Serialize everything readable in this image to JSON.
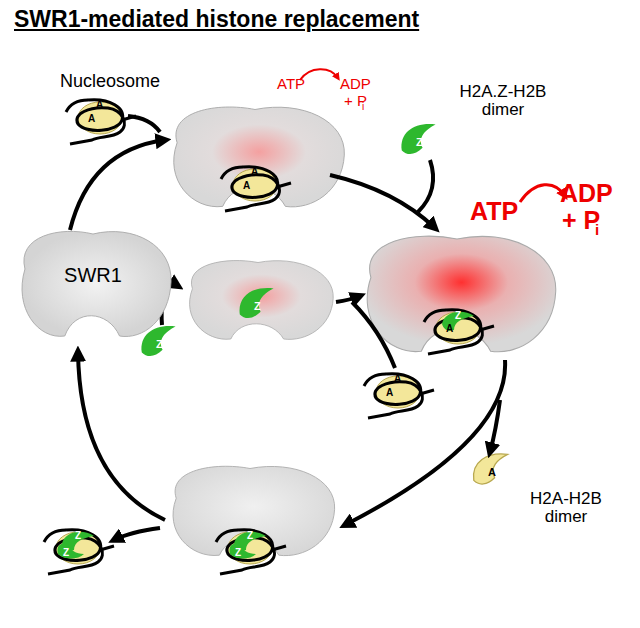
{
  "diagram": {
    "title": "SWR1-mediated histone replacement",
    "nodes": [
      {
        "text": [
          "SWR1"
        ]
      }
    ],
    "labels": [
      "Nucleosome",
      "A",
      "A",
      "ATP",
      "ADP",
      "+ P",
      "i",
      "A",
      "A",
      "H2A.Z-H2B dimer",
      "Z",
      "ATP",
      "ADP",
      "+ P",
      "i",
      "Z",
      "A",
      "Z",
      "Z",
      "A",
      "A",
      "A",
      "H2A-H2B dimer",
      "Z",
      "Z",
      "Z",
      "Z"
    ]
  }
}
